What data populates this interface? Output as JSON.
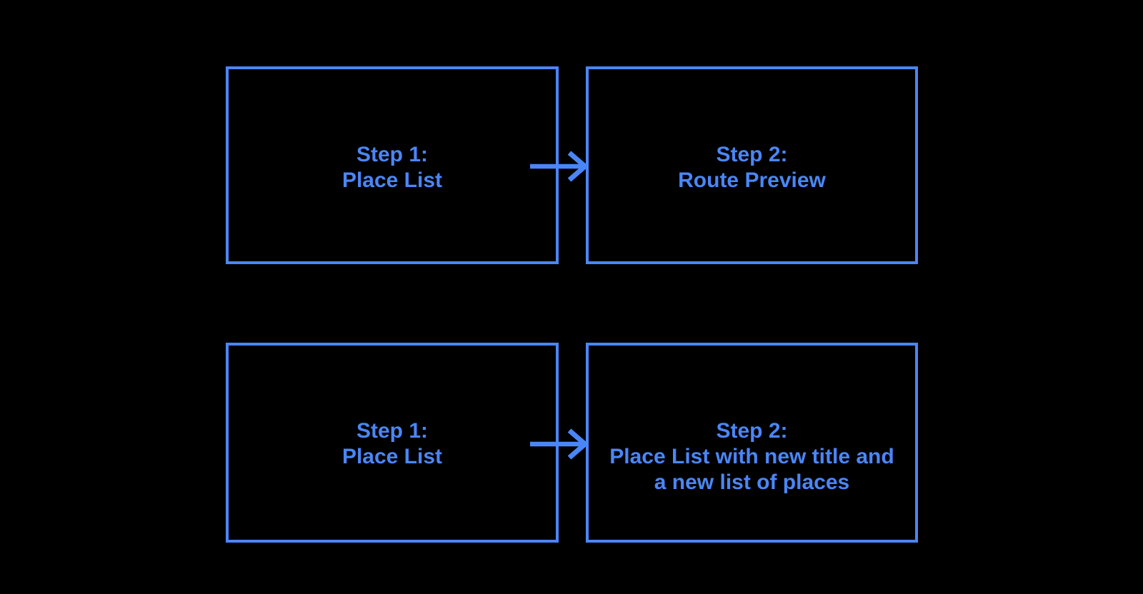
{
  "page": {
    "background_color": "#000000",
    "accent_color": "#4a86f7"
  },
  "flows": {
    "flow1": {
      "step1": {
        "line1": "Step 1:",
        "line2": "Place List"
      },
      "step2": {
        "line1": "Step 2:",
        "line2": "Route Preview"
      }
    },
    "flow2": {
      "step1": {
        "line1": "Step 1:",
        "line2": "Place List"
      },
      "step2": {
        "line1": "Step 2:",
        "line2": "Place List with new title and",
        "line3": "a new list of places"
      }
    }
  }
}
